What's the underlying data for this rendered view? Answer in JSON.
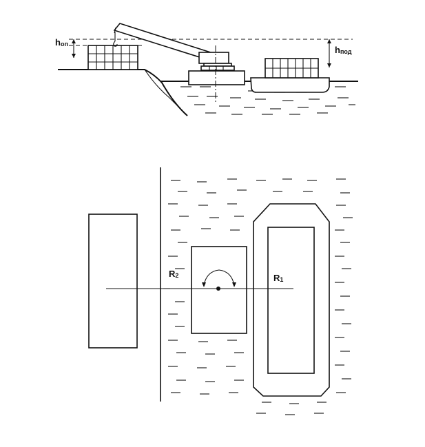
{
  "side_view": {
    "h_shore": {
      "main": "h",
      "sub": "оп"
    },
    "h_lift": {
      "main": "h",
      "sub": "под"
    }
  },
  "plan_view": {
    "radius_outer": {
      "main": "R",
      "sub": "1"
    },
    "radius_inner": {
      "main": "R",
      "sub": "2"
    }
  }
}
